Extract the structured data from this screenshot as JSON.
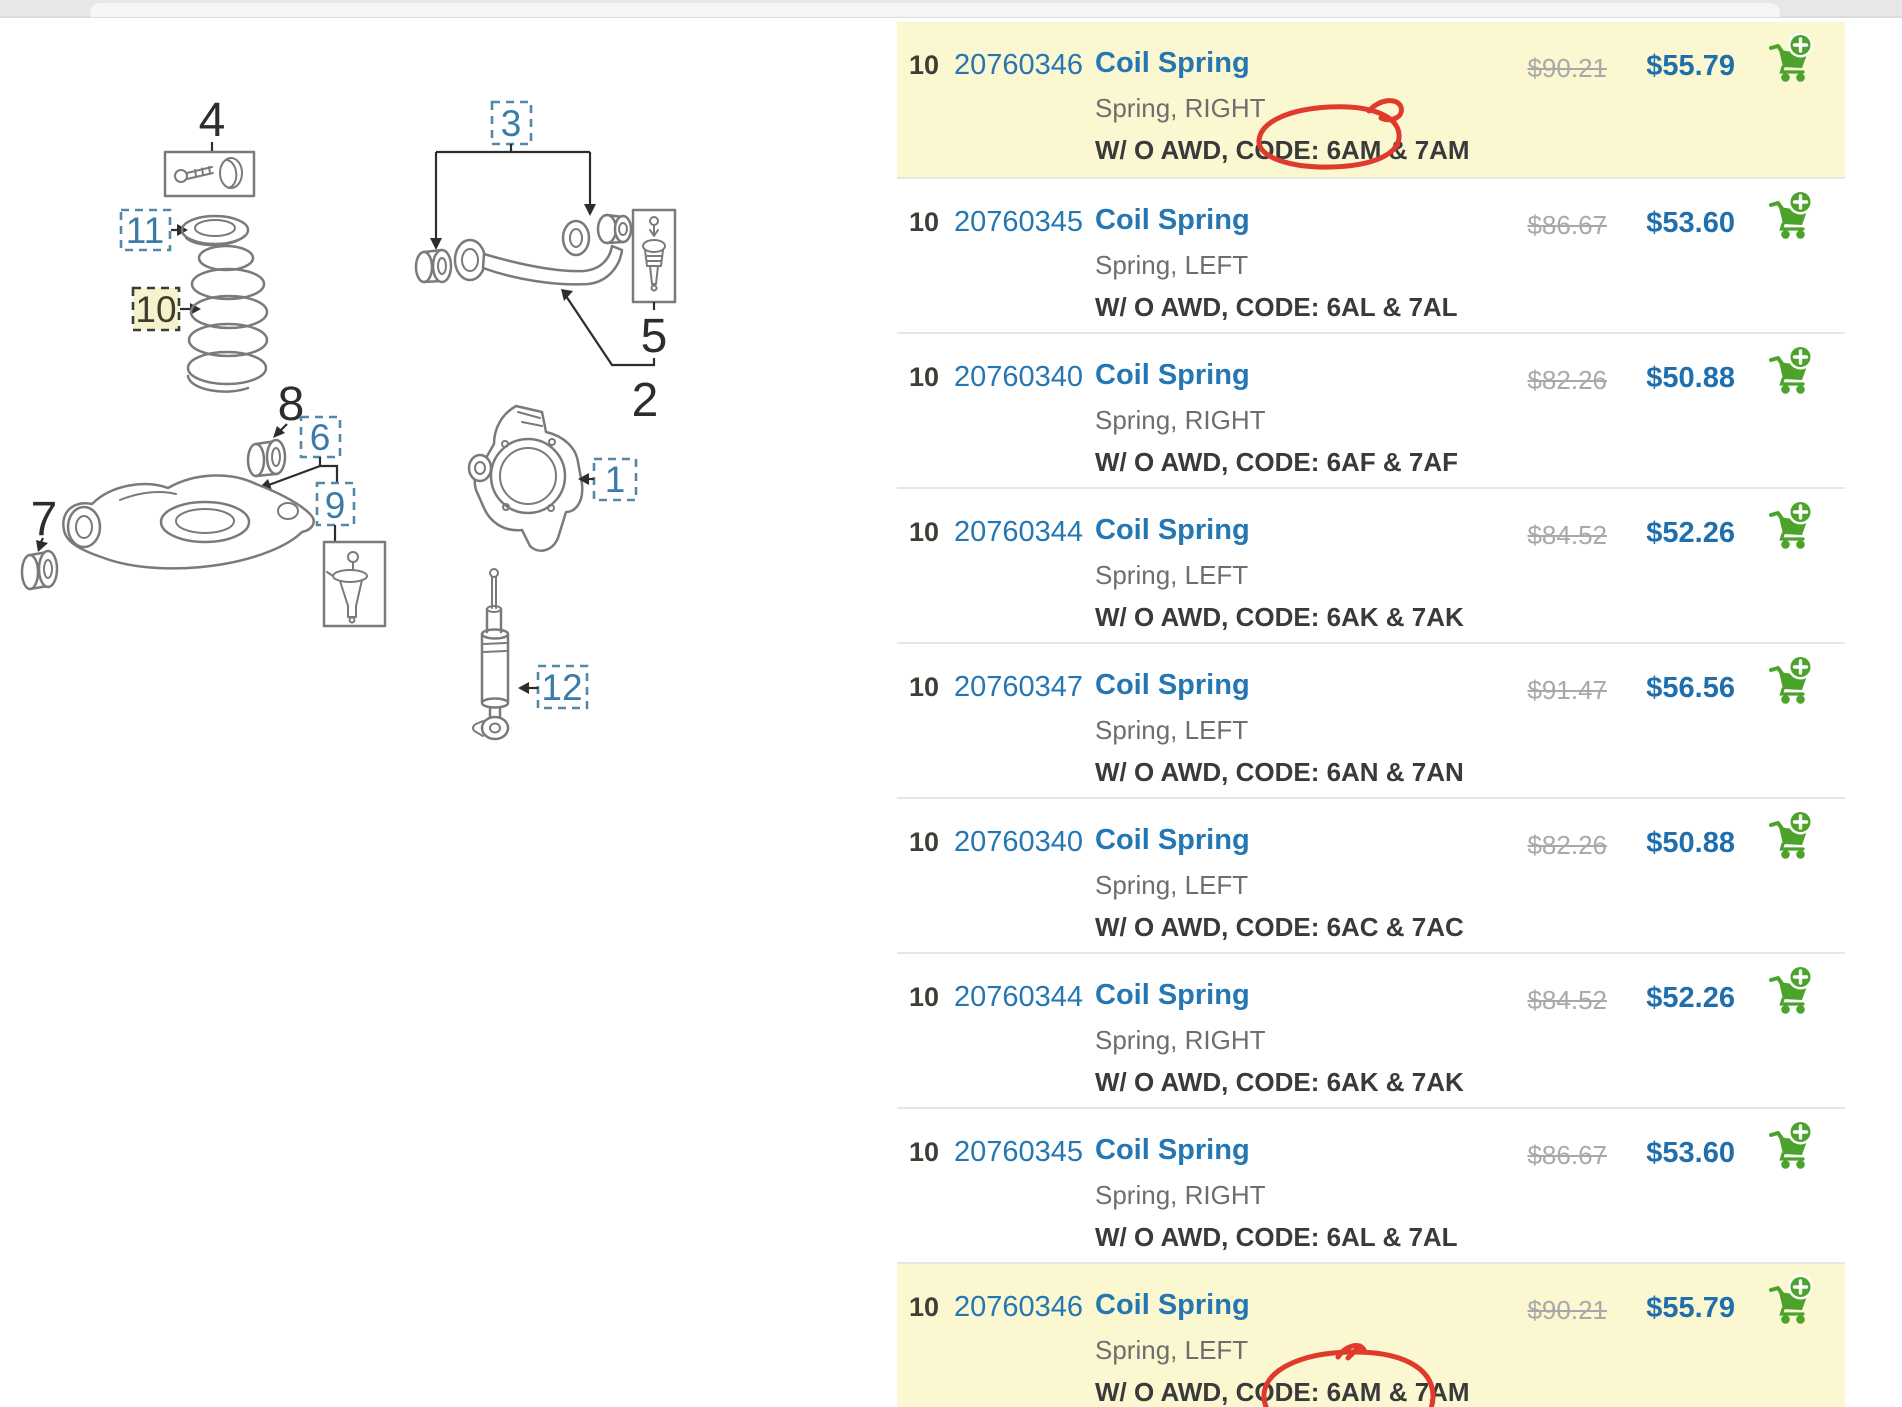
{
  "colors": {
    "highlight_row_bg": "#faf7d1",
    "link_blue": "#2577b3",
    "price_blue": "#1f6fae",
    "cart_green": "#4ca32c",
    "annotation_red": "#e03a2d",
    "callout_blue": "#3a7ba9",
    "callout_yellow_bg": "#f6f2cb"
  },
  "icons": {
    "cart": "add-to-cart-icon",
    "annotation": "hand-drawn-red-circle"
  },
  "diagram": {
    "labels": {
      "l1": "1",
      "l2": "2",
      "l3": "3",
      "l4": "4",
      "l5": "5",
      "l6": "6",
      "l7": "7",
      "l8": "8",
      "l9": "9",
      "l10": "10",
      "l11": "11",
      "l12": "12"
    }
  },
  "list": {
    "rows": [
      {
        "ref": "10",
        "part": "20760346",
        "name": "Coil Spring",
        "desc": "Spring, RIGHT",
        "code": "W/ O AWD, CODE: 6AM & 7AM",
        "old_price": "$90.21",
        "price": "$55.79",
        "highlighted": true,
        "circled": "top"
      },
      {
        "ref": "10",
        "part": "20760345",
        "name": "Coil Spring",
        "desc": "Spring, LEFT",
        "code": "W/ O AWD, CODE: 6AL & 7AL",
        "old_price": "$86.67",
        "price": "$53.60",
        "highlighted": false,
        "circled": ""
      },
      {
        "ref": "10",
        "part": "20760340",
        "name": "Coil Spring",
        "desc": "Spring, RIGHT",
        "code": "W/ O AWD, CODE: 6AF & 7AF",
        "old_price": "$82.26",
        "price": "$50.88",
        "highlighted": false,
        "circled": ""
      },
      {
        "ref": "10",
        "part": "20760344",
        "name": "Coil Spring",
        "desc": "Spring, LEFT",
        "code": "W/ O AWD, CODE: 6AK & 7AK",
        "old_price": "$84.52",
        "price": "$52.26",
        "highlighted": false,
        "circled": ""
      },
      {
        "ref": "10",
        "part": "20760347",
        "name": "Coil Spring",
        "desc": "Spring, LEFT",
        "code": "W/ O AWD, CODE: 6AN & 7AN",
        "old_price": "$91.47",
        "price": "$56.56",
        "highlighted": false,
        "circled": ""
      },
      {
        "ref": "10",
        "part": "20760340",
        "name": "Coil Spring",
        "desc": "Spring, LEFT",
        "code": "W/ O AWD, CODE: 6AC & 7AC",
        "old_price": "$82.26",
        "price": "$50.88",
        "highlighted": false,
        "circled": ""
      },
      {
        "ref": "10",
        "part": "20760344",
        "name": "Coil Spring",
        "desc": "Spring, RIGHT",
        "code": "W/ O AWD, CODE: 6AK & 7AK",
        "old_price": "$84.52",
        "price": "$52.26",
        "highlighted": false,
        "circled": ""
      },
      {
        "ref": "10",
        "part": "20760345",
        "name": "Coil Spring",
        "desc": "Spring, RIGHT",
        "code": "W/ O AWD, CODE: 6AL & 7AL",
        "old_price": "$86.67",
        "price": "$53.60",
        "highlighted": false,
        "circled": ""
      },
      {
        "ref": "10",
        "part": "20760346",
        "name": "Coil Spring",
        "desc": "Spring, LEFT",
        "code": "W/ O AWD, CODE: 6AM & 7AM",
        "old_price": "$90.21",
        "price": "$55.79",
        "highlighted": true,
        "circled": "bottom"
      }
    ]
  }
}
